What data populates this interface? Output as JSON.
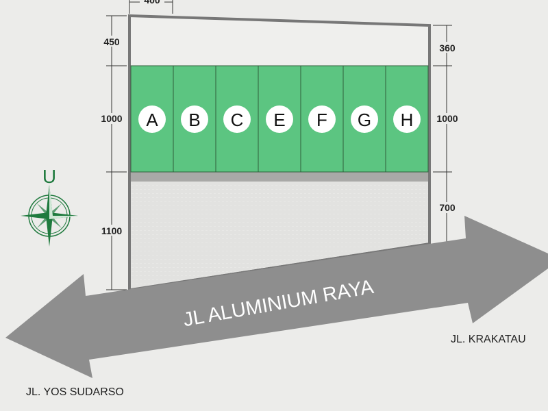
{
  "plan": {
    "lots": [
      "A",
      "B",
      "C",
      "E",
      "F",
      "G",
      "H"
    ],
    "dimensions": {
      "top": "400",
      "left": [
        "450",
        "1000",
        "1100"
      ],
      "right": [
        "360",
        "1000",
        "700"
      ]
    },
    "compass_label": "U",
    "main_road": "JL ALUMINIUM RAYA",
    "road_left": "JL. YOS SUDARSO",
    "road_right": "JL. KRAKATAU"
  },
  "colors": {
    "lot_green": "#5cc581",
    "boundary": "#777777",
    "road_arrow": "#8e8e8e",
    "compass_green": "#1f7a3e"
  }
}
